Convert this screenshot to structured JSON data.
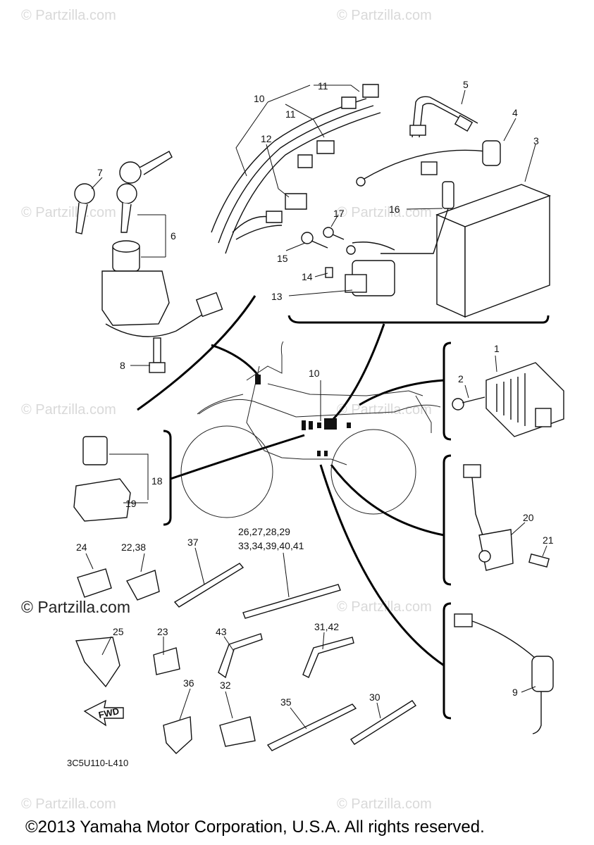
{
  "watermark": {
    "text": "© Partzilla.com",
    "overlay_text": "© Partzilla.com"
  },
  "diagram_code": "3C5U110-L410",
  "fwd_label": "FWD",
  "copyright": "©2013 Yamaha Motor Corporation, U.S.A. All rights reserved.",
  "callouts": {
    "c1": "1",
    "c2": "2",
    "c3": "3",
    "c4": "4",
    "c5": "5",
    "c6": "6",
    "c7": "7",
    "c8": "8",
    "c9": "9",
    "c10a": "10",
    "c10b": "10",
    "c11a": "11",
    "c11b": "11",
    "c12": "12",
    "c13": "13",
    "c14": "14",
    "c15": "15",
    "c16": "16",
    "c17": "17",
    "c18": "18",
    "c19": "19",
    "c20": "20",
    "c21": "21",
    "c24": "24",
    "c2238": "22,38",
    "c37": "37",
    "c26a": "26,27,28,29",
    "c26b": "33,34,39,40,41",
    "c25": "25",
    "c23": "23",
    "c43": "43",
    "c3142": "31,42",
    "c36": "36",
    "c32": "32",
    "c35": "35",
    "c30": "30"
  }
}
